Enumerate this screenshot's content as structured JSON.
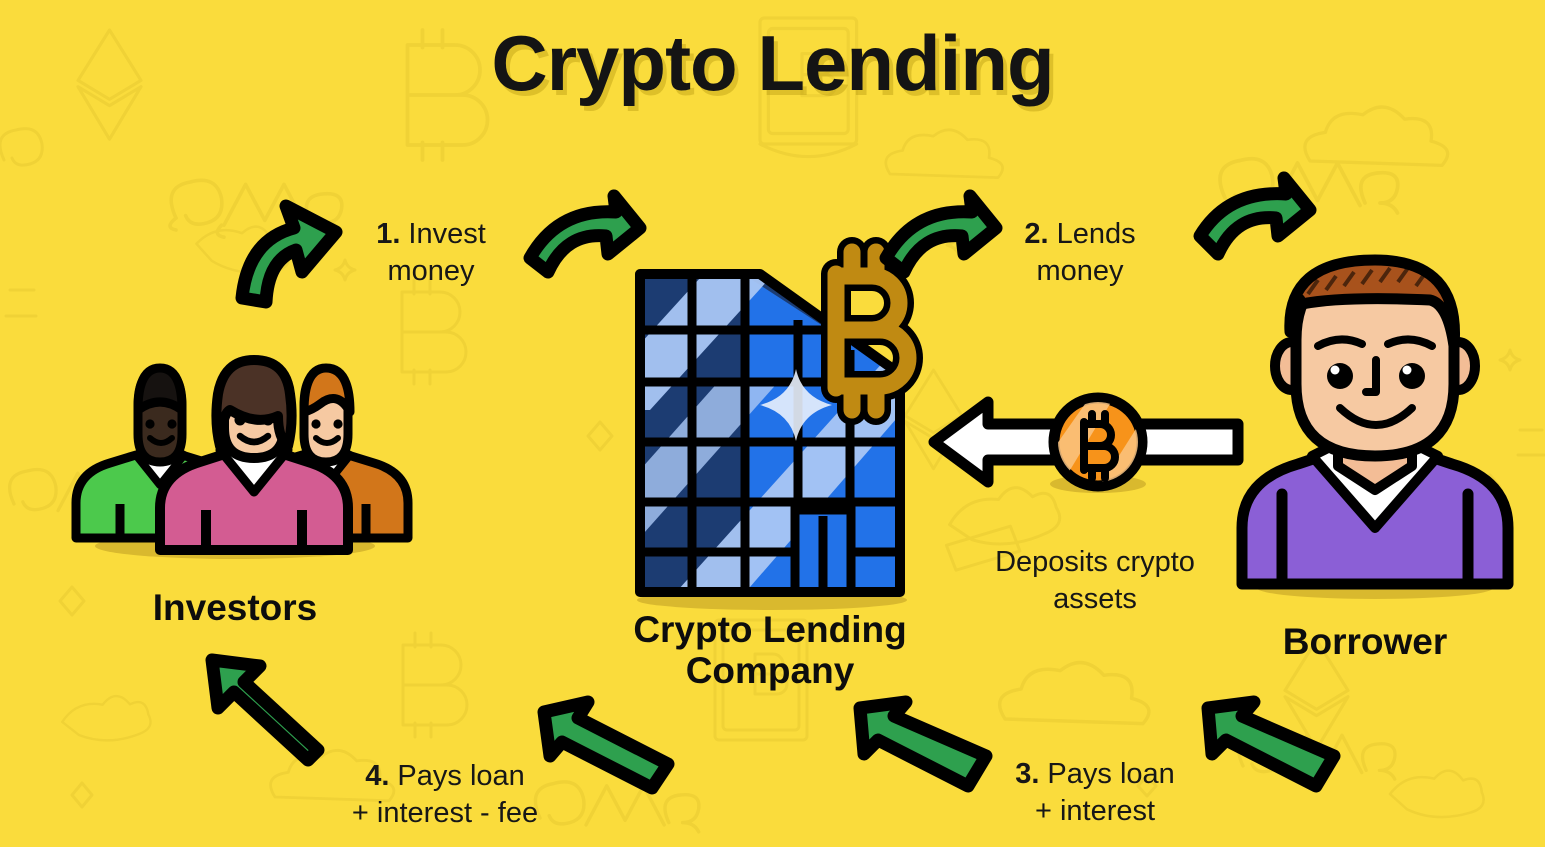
{
  "page": {
    "title": "Crypto Lending",
    "background_color": "#FADC3C",
    "arrow_green": "#2EA04E",
    "outline_black": "#000000",
    "bitcoin_orange": "#F7931A",
    "bitcoin_gold": "#C08A12",
    "building_dark_blue": "#1C3C72",
    "building_blue": "#2272E8",
    "borrower_sweater": "#8B5FD6"
  },
  "nodes": {
    "investors": {
      "label": "Investors",
      "icon": "three-people-icon"
    },
    "company": {
      "label": "Crypto Lending\nCompany",
      "icon": "office-building-bitcoin-icon"
    },
    "borrower": {
      "label": "Borrower",
      "icon": "person-purple-sweater-icon"
    }
  },
  "flows": [
    {
      "id": "invest-money",
      "number": "1.",
      "text": " Invest\nmoney",
      "arrow": "curved-right-arrow-green"
    },
    {
      "id": "lends-money",
      "number": "2.",
      "text": " Lends\nmoney",
      "arrow": "curved-right-arrow-green"
    },
    {
      "id": "pays-loan-interest",
      "number": "3.",
      "text": " Pays loan\n+ interest",
      "arrow": "up-left-arrow-green"
    },
    {
      "id": "pays-loan-interest-fee",
      "number": "4.",
      "text": " Pays loan\n+ interest - fee",
      "arrow": "up-left-arrow-green"
    },
    {
      "id": "deposits-crypto",
      "number": "",
      "text": "Deposits crypto\nassets",
      "arrow": "left-arrow-white-bitcoin"
    }
  ],
  "arrows": {
    "a1_label": "invest-money-arrow-left",
    "a2_label": "invest-money-arrow-right",
    "a3_label": "lends-money-arrow-left",
    "a4_label": "lends-money-arrow-right",
    "a5_label": "deposit-bitcoin-arrow",
    "a6_label": "pays-loan-fee-arrow-left",
    "a7_label": "pays-loan-fee-arrow-right",
    "a8_label": "pays-loan-arrow-left",
    "a9_label": "pays-loan-arrow-right"
  }
}
